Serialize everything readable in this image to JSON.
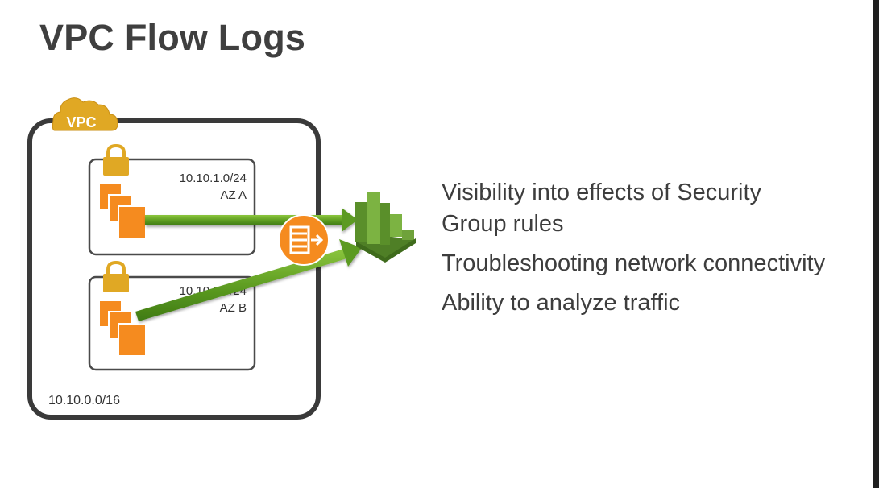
{
  "slide": {
    "title": "VPC Flow Logs"
  },
  "diagram": {
    "vpc_badge": "VPC",
    "vpc_cidr": "10.10.0.0/16",
    "subnets": [
      {
        "cidr": "10.10.1.0/24",
        "az": "AZ A"
      },
      {
        "cidr": "10.10.2.0/24",
        "az": "AZ B"
      }
    ]
  },
  "bullets": [
    "Visibility into effects of Security Group rules",
    "Troubleshooting network connectivity",
    "Ability to analyze traffic"
  ],
  "colors": {
    "vpc_gold": "#e0a824",
    "instance_orange": "#f58b1f",
    "arrow_green": "#5b9a20",
    "cloudwatch_green": "#6fa23a",
    "border_dark": "#3a3a3a"
  }
}
